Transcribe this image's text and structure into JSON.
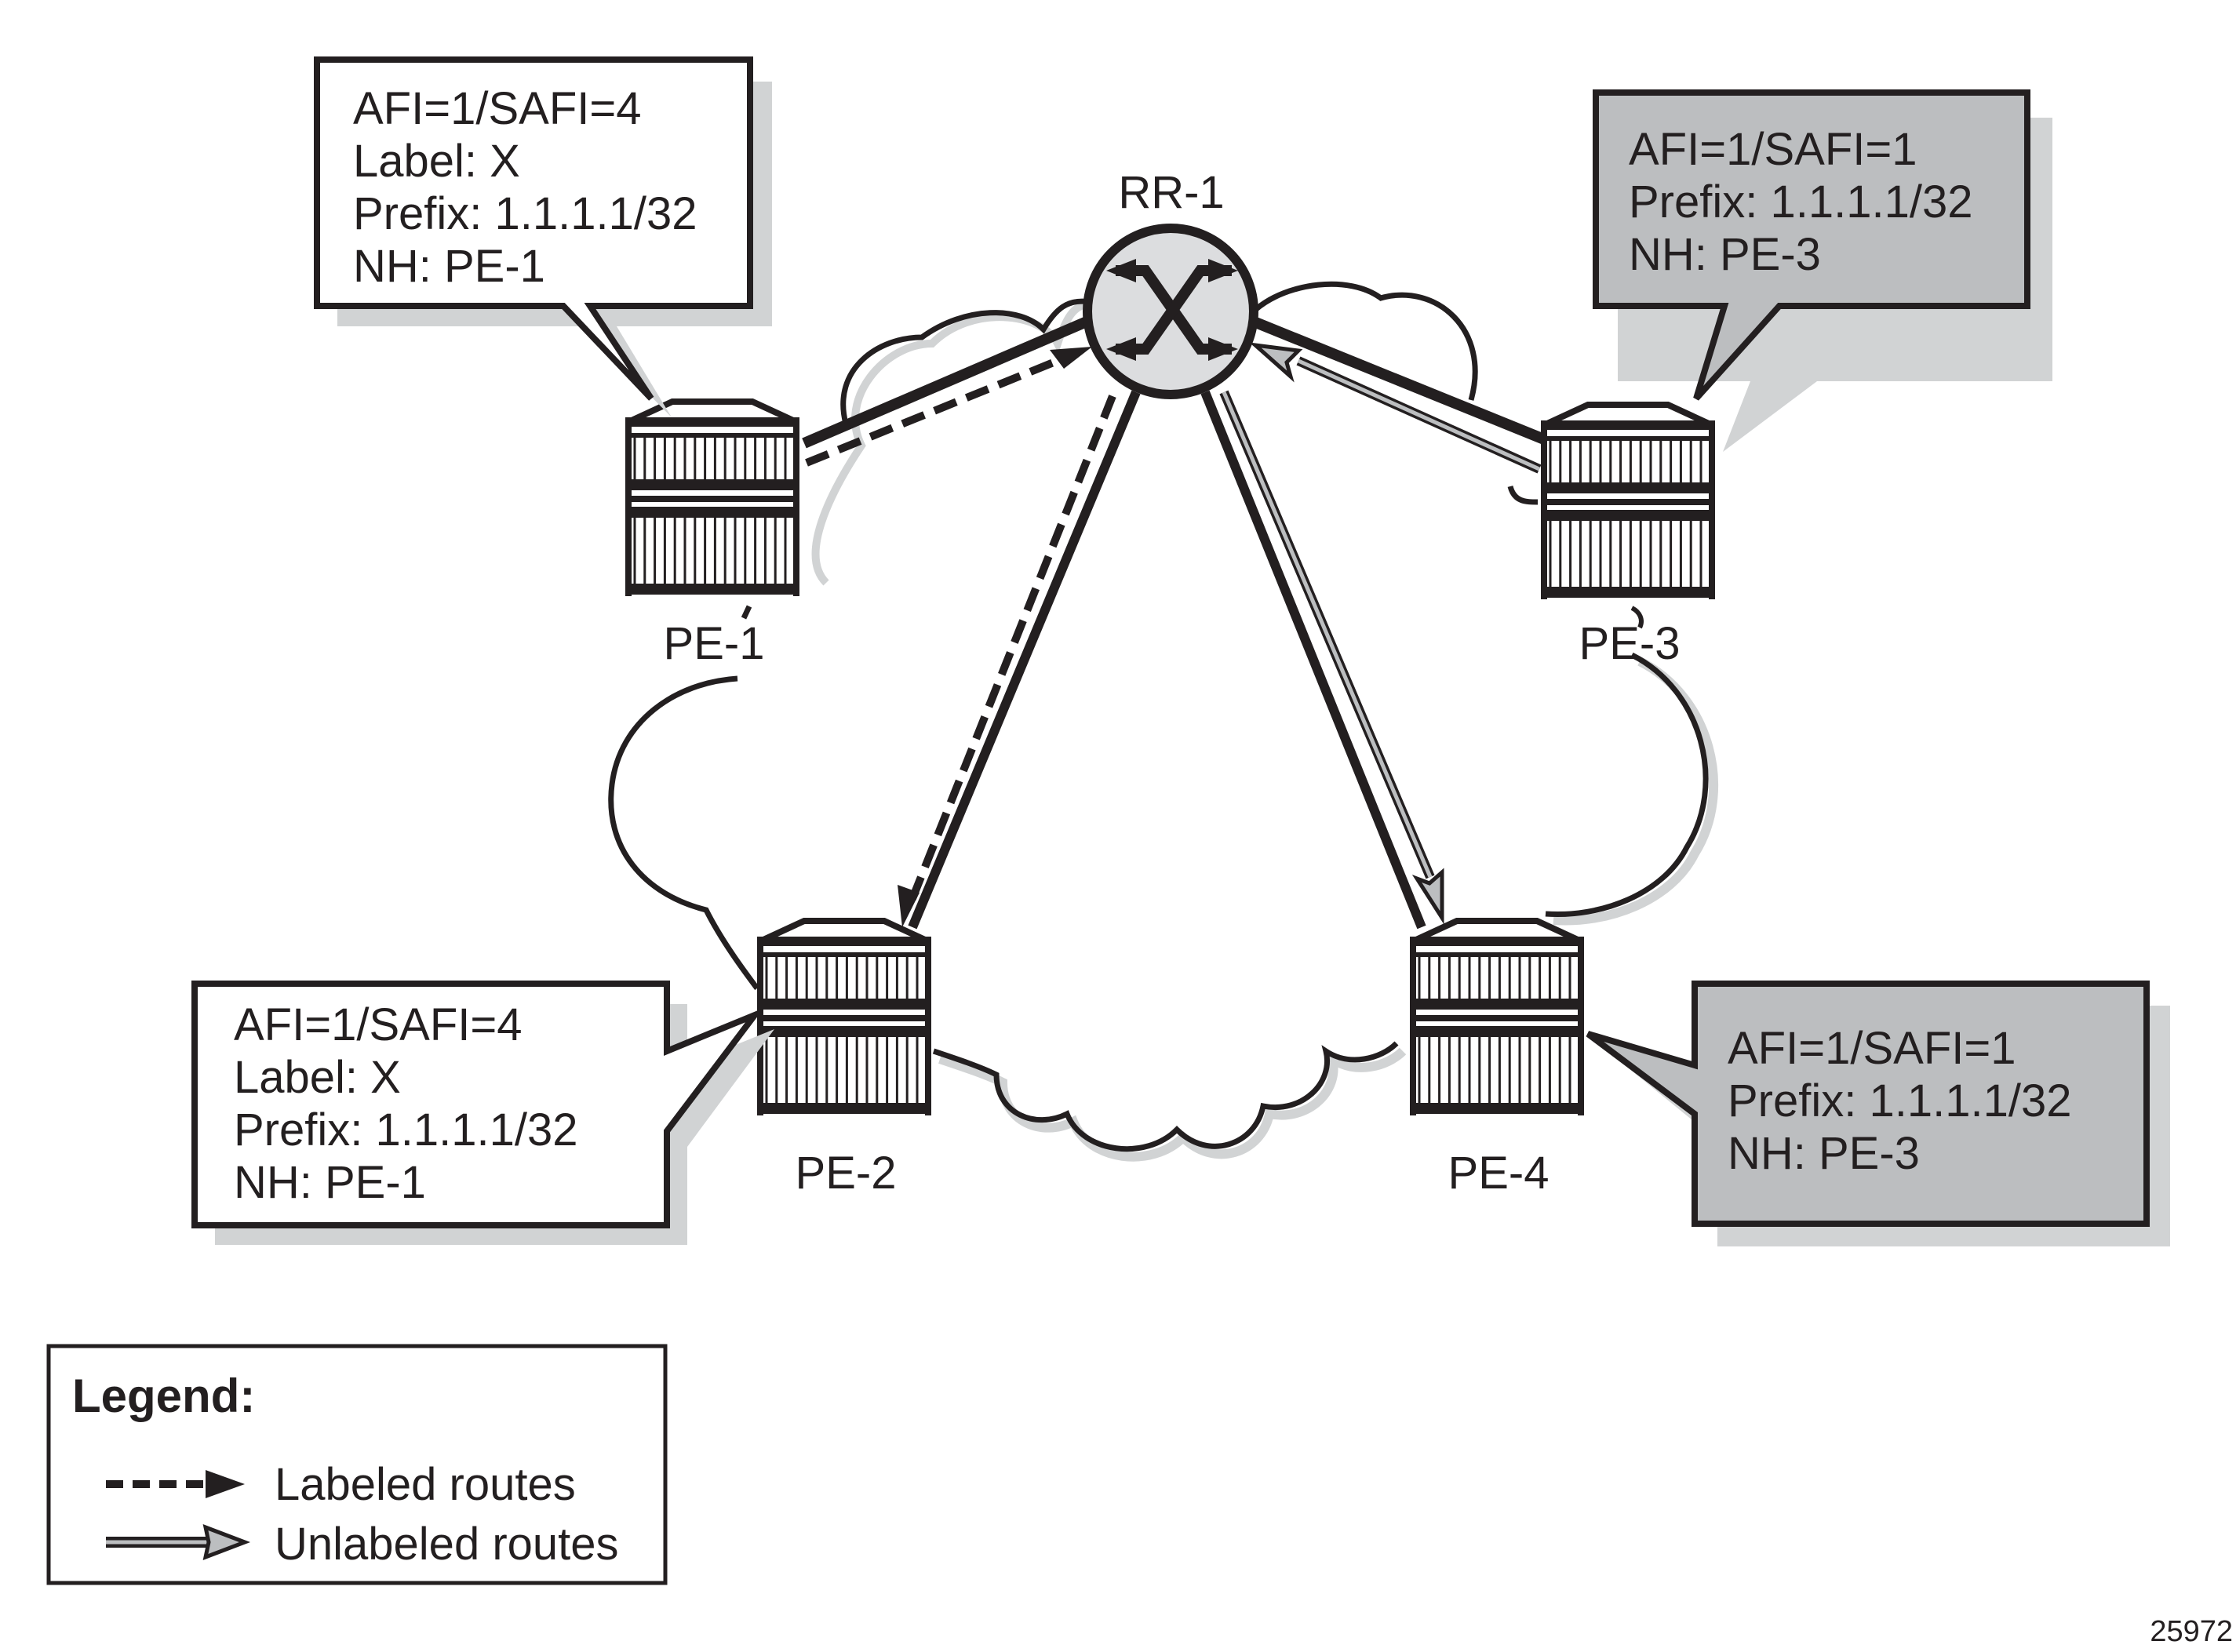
{
  "figure_id": "25972",
  "colors": {
    "stroke": "#231f20",
    "rr_fill": "#dcdddf",
    "callout_gray": "#bcbec0",
    "shadow": "#d1d3d4",
    "unlabeled_arrow_fill": "#bcbec0"
  },
  "nodes": {
    "rr1": {
      "label": "RR-1",
      "icon": "route-reflector-icon"
    },
    "pe1": {
      "label": "PE-1",
      "icon": "router-icon"
    },
    "pe2": {
      "label": "PE-2",
      "icon": "router-icon"
    },
    "pe3": {
      "label": "PE-3",
      "icon": "router-icon"
    },
    "pe4": {
      "label": "PE-4",
      "icon": "router-icon"
    }
  },
  "callouts": {
    "pe1": {
      "style": "white",
      "lines": [
        "AFI=1/SAFI=4",
        "Label: X",
        "Prefix: 1.1.1.1/32",
        "NH: PE-1"
      ]
    },
    "pe2": {
      "style": "white",
      "lines": [
        "AFI=1/SAFI=4",
        "Label: X",
        "Prefix: 1.1.1.1/32",
        "NH: PE-1"
      ]
    },
    "pe3": {
      "style": "gray",
      "lines": [
        "AFI=1/SAFI=1",
        "Prefix: 1.1.1.1/32",
        "NH: PE-3"
      ]
    },
    "pe4": {
      "style": "gray",
      "lines": [
        "AFI=1/SAFI=1",
        "Prefix: 1.1.1.1/32",
        "NH: PE-3"
      ]
    }
  },
  "links": [
    {
      "from": "PE-1",
      "to": "RR-1",
      "type": "session"
    },
    {
      "from": "PE-2",
      "to": "RR-1",
      "type": "session"
    },
    {
      "from": "PE-3",
      "to": "RR-1",
      "type": "session"
    },
    {
      "from": "PE-4",
      "to": "RR-1",
      "type": "session"
    }
  ],
  "route_flows": [
    {
      "from": "PE-1",
      "to": "RR-1",
      "type": "labeled"
    },
    {
      "from": "RR-1",
      "to": "PE-2",
      "type": "labeled"
    },
    {
      "from": "PE-3",
      "to": "RR-1",
      "type": "unlabeled"
    },
    {
      "from": "RR-1",
      "to": "PE-4",
      "type": "unlabeled"
    }
  ],
  "legend": {
    "title": "Legend:",
    "items": [
      {
        "symbol": "dashed-arrow",
        "label": "Labeled routes"
      },
      {
        "symbol": "double-line-arrow",
        "label": "Unlabeled routes"
      }
    ]
  }
}
